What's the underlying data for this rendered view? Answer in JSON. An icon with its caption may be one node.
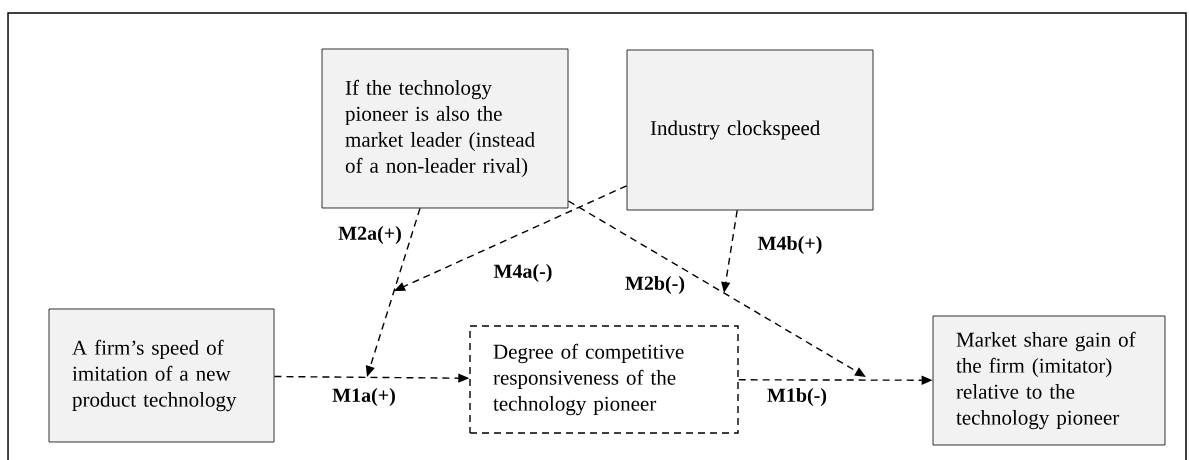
{
  "diagram": {
    "nodes": [
      {
        "text": [
          "If the technology pioneer is also the market leader (instead of a non-leader rival)"
        ]
      },
      {
        "text": [
          "Industry clockspeed"
        ]
      },
      {
        "text": [
          "A firm’s speed of imitation of a new product technology"
        ]
      },
      {
        "text": [
          "Degree of competitive responsiveness of the technology pioneer"
        ]
      },
      {
        "text": [
          "Market share gain of the firm (imitator) relative to the technology pioneer"
        ]
      }
    ],
    "edges": [
      {
        "from": 2,
        "to": 3,
        "arrow": "to",
        "label": "M1a(+)",
        "style": "dashed"
      },
      {
        "from": 3,
        "to": 4,
        "arrow": "to",
        "label": "M1b(-)",
        "style": "dashed"
      },
      {
        "from": 0,
        "to": null,
        "arrow": "to",
        "label": "M2a(+)",
        "style": "dashed"
      },
      {
        "from": 0,
        "to": null,
        "arrow": "to",
        "label": "M2b(-)",
        "style": "dashed"
      },
      {
        "from": 1,
        "to": null,
        "arrow": "to",
        "label": "M4a(-)",
        "style": "dashed"
      },
      {
        "from": 1,
        "to": null,
        "arrow": "to",
        "label": "M4b(+)",
        "style": "dashed"
      }
    ]
  }
}
